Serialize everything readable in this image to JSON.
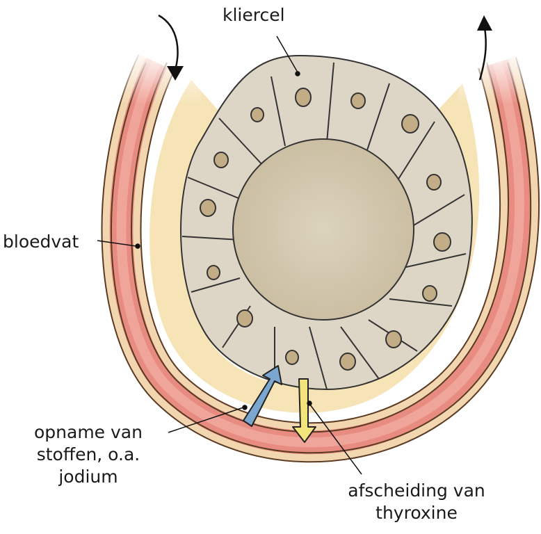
{
  "labels": {
    "gland_cell": "kliercel",
    "blood_vessel": "bloedvat",
    "uptake_line1": "opname van",
    "uptake_line2": "stoffen, o.a.",
    "uptake_line3": "jodium",
    "secretion_line1": "afscheiding van",
    "secretion_line2": "thyroxine"
  },
  "colors": {
    "vessel_wall": "#f2d6b0",
    "vessel_outline": "#5a3a22",
    "blood": "#e88b80",
    "blood_light": "#f4b8b0",
    "connective": "#f6e4b6",
    "cell_fill": "#ddd6c6",
    "lumen": "#d6ccb4",
    "nucleus": "#c3ad86",
    "uptake_arrow": "#7aa6cf",
    "secretion_arrow": "#f4e47c"
  },
  "icons": {
    "flow_in": "arrow-down-icon",
    "flow_out": "arrow-up-icon"
  }
}
